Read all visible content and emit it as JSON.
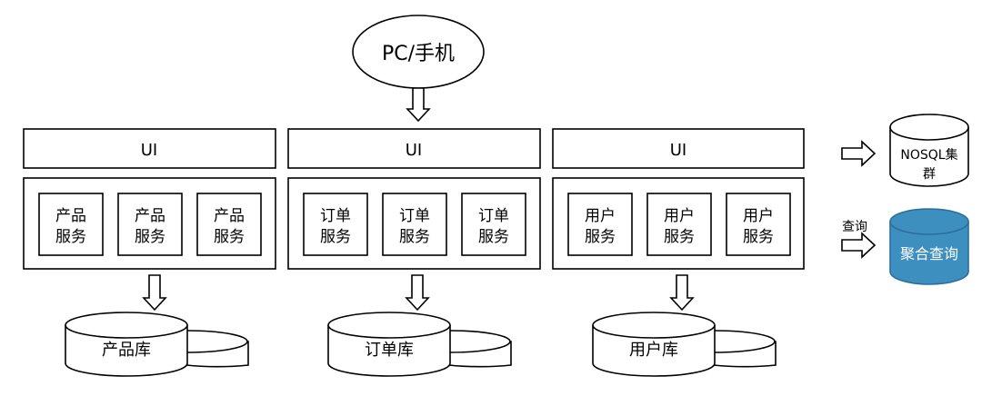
{
  "client": {
    "label": "PC/手机"
  },
  "columns": [
    {
      "ui_label": "UI",
      "services": [
        {
          "line1": "产品",
          "line2": "服务"
        },
        {
          "line1": "产品",
          "line2": "服务"
        },
        {
          "line1": "产品",
          "line2": "服务"
        }
      ],
      "database": "产品库"
    },
    {
      "ui_label": "UI",
      "services": [
        {
          "line1": "订单",
          "line2": "服务"
        },
        {
          "line1": "订单",
          "line2": "服务"
        },
        {
          "line1": "订单",
          "line2": "服务"
        }
      ],
      "database": "订单库"
    },
    {
      "ui_label": "UI",
      "services": [
        {
          "line1": "用户",
          "line2": "服务"
        },
        {
          "line1": "用户",
          "line2": "服务"
        },
        {
          "line1": "用户",
          "line2": "服务"
        }
      ],
      "database": "用户库"
    }
  ],
  "right": {
    "nosql": {
      "line1": "NOSQL集",
      "line2": "群"
    },
    "query_label": "查询",
    "aggregate": {
      "label": "聚合查询",
      "fill": "#3D8FC0",
      "stroke": "#2A6F99",
      "text_color": "#FFFFFF"
    }
  }
}
